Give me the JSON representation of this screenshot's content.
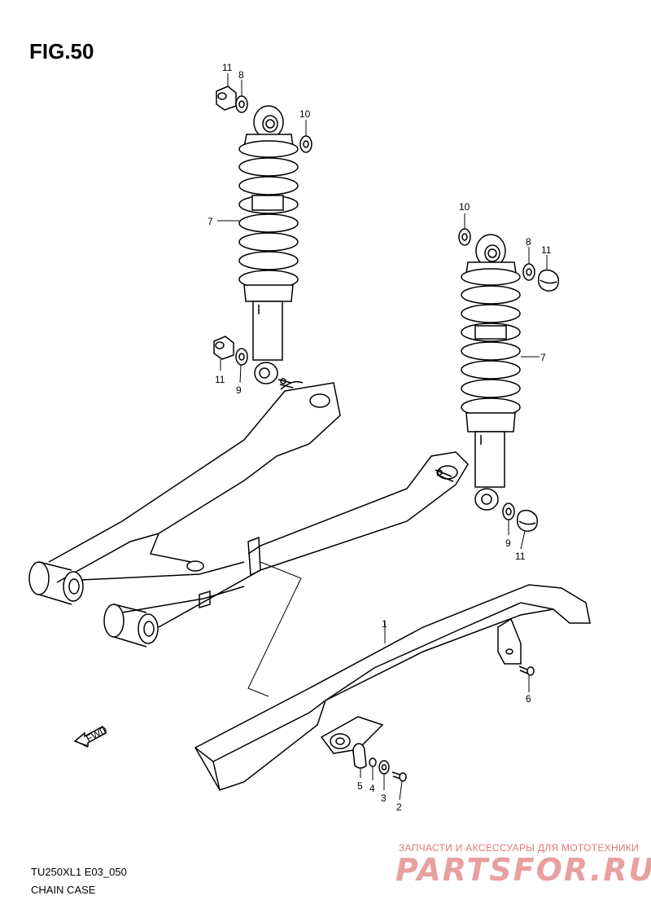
{
  "figure": {
    "title": "FIG.50",
    "model_code": "TU250XL1 E03_050",
    "section_name": "CHAIN CASE"
  },
  "callouts": [
    {
      "id": "c11a",
      "text": "11"
    },
    {
      "id": "c8a",
      "text": "8"
    },
    {
      "id": "c10a",
      "text": "10"
    },
    {
      "id": "c7a",
      "text": "7"
    },
    {
      "id": "c11b",
      "text": "11"
    },
    {
      "id": "c9a",
      "text": "9"
    },
    {
      "id": "c10b",
      "text": "10"
    },
    {
      "id": "c8b",
      "text": "8"
    },
    {
      "id": "c11c",
      "text": "11"
    },
    {
      "id": "c7b",
      "text": "7"
    },
    {
      "id": "c9b",
      "text": "9"
    },
    {
      "id": "c11d",
      "text": "11"
    },
    {
      "id": "c1",
      "text": "1"
    },
    {
      "id": "c6",
      "text": "6"
    },
    {
      "id": "c5",
      "text": "5"
    },
    {
      "id": "c4",
      "text": "4"
    },
    {
      "id": "c3",
      "text": "3"
    },
    {
      "id": "c2",
      "text": "2"
    }
  ],
  "fwd_label": "FWD",
  "watermark": {
    "tagline": "ЗАПЧАСТИ И АКСЕССУАРЫ ДЛЯ МОТОТЕХНИКИ",
    "logo": "PARTSFOR.RU"
  }
}
